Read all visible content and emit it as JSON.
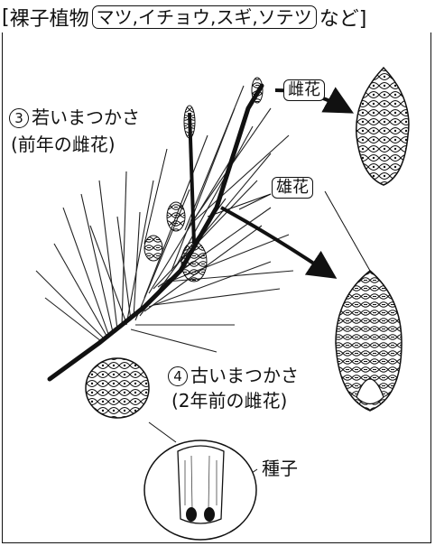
{
  "header": {
    "open_bracket": "[",
    "title": "裸子植物",
    "examples": "マツ,イチョウ,スギ,ソテツ",
    "suffix": "など]"
  },
  "labels": {
    "female_flower": "雌花",
    "male_flower": "雄花",
    "young_cone_num": "3",
    "young_cone": "若いまつかさ",
    "young_cone_note": "(前年の雌花)",
    "old_cone_num": "4",
    "old_cone": "古いまつかさ",
    "old_cone_note": "(2年前の雌花)",
    "seed": "種子"
  }
}
